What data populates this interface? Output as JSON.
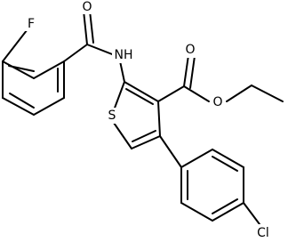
{
  "atom_labels": {
    "fluorine": "F",
    "amide_nitrogen": "NH",
    "amide_oxygen": "O",
    "ester_carbonyl_oxygen": "O",
    "ester_ether_oxygen": "O",
    "thiophene_sulfur": "S",
    "chlorine": "Cl"
  },
  "colors": {
    "bond": "#000000",
    "label": "#000000",
    "background": "#ffffff"
  }
}
